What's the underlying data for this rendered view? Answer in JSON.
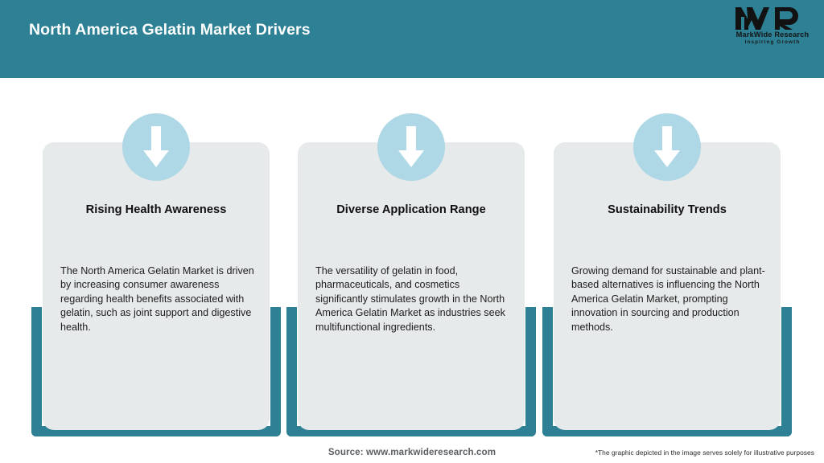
{
  "header": {
    "title": "North America Gelatin Market Drivers",
    "background_color": "#2E8095",
    "title_color": "#FFFFFF"
  },
  "logo": {
    "mark": "MWR",
    "name": "MarkWide Research",
    "tagline": "Inspiring Growth"
  },
  "cards": [
    {
      "icon": "down-arrow-icon",
      "heading": "Rising Health Awareness",
      "body": "The North America Gelatin Market is driven by increasing consumer awareness regarding health benefits associated with gelatin, such as joint support and digestive health."
    },
    {
      "icon": "down-arrow-icon",
      "heading": "Diverse Application Range",
      "body": "The versatility of gelatin in food, pharmaceuticals, and cosmetics significantly stimulates growth in the North America Gelatin Market as industries seek multifunctional ingredients."
    },
    {
      "icon": "down-arrow-icon",
      "heading": "Sustainability Trends",
      "body": "Growing demand for sustainable and plant-based alternatives is influencing the North America Gelatin Market, prompting innovation in sourcing and production methods."
    }
  ],
  "footer": {
    "source": "Source: www.markwideresearch.com",
    "disclaimer": "*The graphic depicted in the image serves solely for illustrative purposes"
  },
  "colors": {
    "accent_teal": "#2E8095",
    "card_gray": "#E6EAEB",
    "badge_blue": "#AED8E6",
    "arrow_white": "#FFFFFF"
  }
}
